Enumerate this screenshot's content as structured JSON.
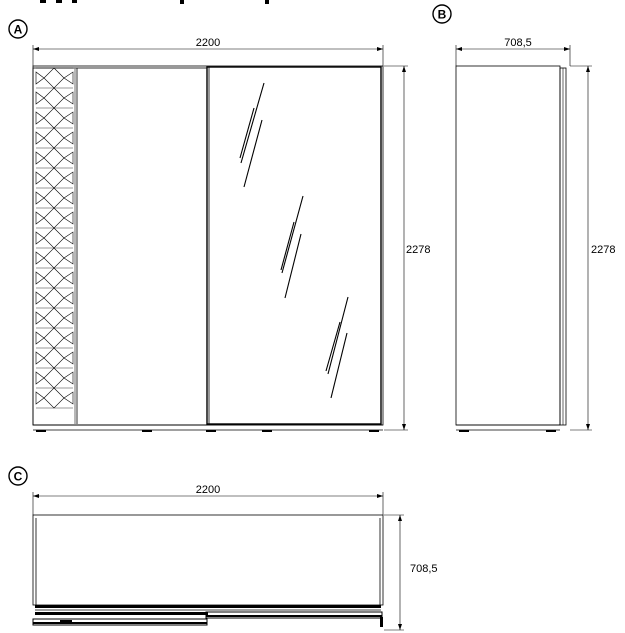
{
  "views": {
    "front": {
      "badge": "A",
      "width_label": "2200",
      "height_label": "2278"
    },
    "side": {
      "badge": "B",
      "depth_label": "708,5",
      "height_label": "2278"
    },
    "top": {
      "badge": "C",
      "width_label": "2200",
      "depth_label": "708,5"
    }
  }
}
